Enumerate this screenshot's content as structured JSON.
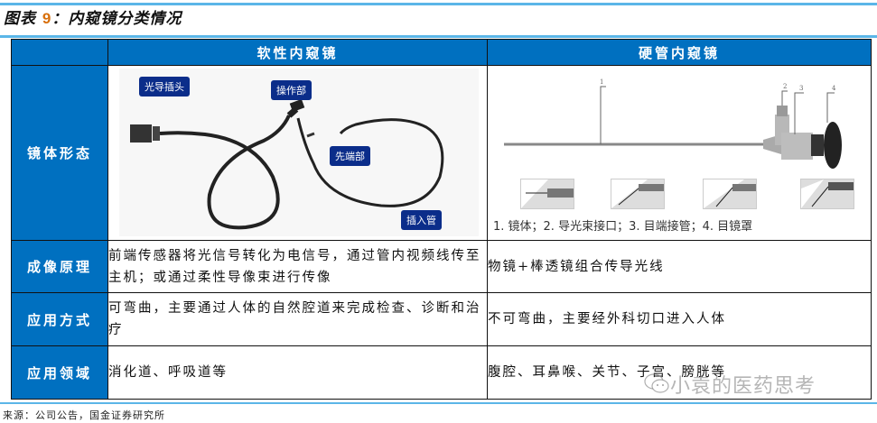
{
  "figure": {
    "title_prefix": "图表",
    "title_number": "9",
    "title_text": "：内窥镜分类情况"
  },
  "table": {
    "headers": [
      "",
      "软性内窥镜",
      "硬管内窥镜"
    ],
    "rows": [
      {
        "label": "镜体形态",
        "flexible_image": {
          "labels": [
            "光导插头",
            "操作部",
            "先端部",
            "插入管"
          ]
        },
        "rigid_image": {
          "callouts": [
            "1",
            "2",
            "3",
            "4"
          ],
          "legend": "1. 镜体；2. 导光束接口；3. 目端接管；4. 目镜罩"
        }
      },
      {
        "label": "成像原理",
        "flexible": "前端传感器将光信号转化为电信号，通过管内视频线传至主机；或通过柔性导像束进行传像",
        "rigid": "物镜+棒透镜组合传导光线"
      },
      {
        "label": "应用方式",
        "flexible": "可弯曲，主要通过人体的自然腔道来完成检查、诊断和治疗",
        "rigid": "不可弯曲，主要经外科切口进入人体"
      },
      {
        "label": "应用领域",
        "flexible": "消化道、呼吸道等",
        "rigid": "腹腔、耳鼻喉、关节、子宫、膀胱等"
      }
    ]
  },
  "source": "来源：公司公告，国金证券研究所",
  "watermark": "小袁的医药思考",
  "colors": {
    "header_blue": "#0070c0",
    "rule_blue": "#5bb6e8",
    "tag_navy": "#0b2d8a",
    "title_number_orange": "#d86f0b"
  }
}
